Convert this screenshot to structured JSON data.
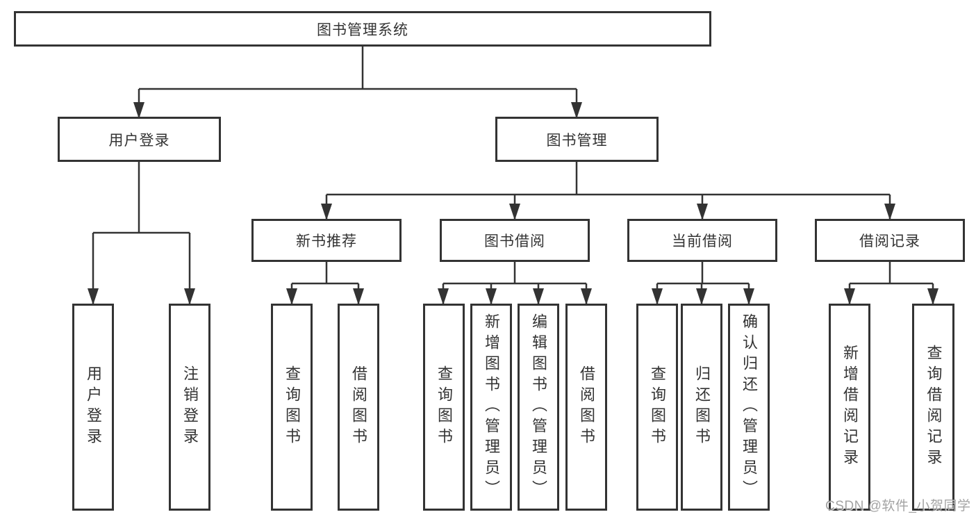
{
  "colors": {
    "line": "#333333",
    "text": "#333333",
    "watermark": "#949494"
  },
  "root": {
    "label": "图书管理系统"
  },
  "level2": [
    {
      "label": "用户登录"
    },
    {
      "label": "图书管理"
    }
  ],
  "level3": [
    {
      "label": "新书推荐",
      "parent": "图书管理"
    },
    {
      "label": "图书借阅",
      "parent": "图书管理"
    },
    {
      "label": "当前借阅",
      "parent": "图书管理"
    },
    {
      "label": "借阅记录",
      "parent": "图书管理"
    }
  ],
  "leaves": [
    {
      "label": "用户登录",
      "parent": "用户登录"
    },
    {
      "label": "注销登录",
      "parent": "用户登录"
    },
    {
      "label": "查询图书",
      "parent": "新书推荐"
    },
    {
      "label": "借阅图书",
      "parent": "新书推荐"
    },
    {
      "label": "查询图书",
      "parent": "图书借阅"
    },
    {
      "label": "新增图书（管理员）",
      "parent": "图书借阅"
    },
    {
      "label": "编辑图书（管理员）",
      "parent": "图书借阅"
    },
    {
      "label": "借阅图书",
      "parent": "图书借阅"
    },
    {
      "label": "查询图书",
      "parent": "当前借阅"
    },
    {
      "label": "归还图书",
      "parent": "当前借阅"
    },
    {
      "label": "确认归还（管理员）",
      "parent": "当前借阅"
    },
    {
      "label": "新增借阅记录",
      "parent": "借阅记录"
    },
    {
      "label": "查询借阅记录",
      "parent": "借阅记录"
    }
  ],
  "watermark": {
    "text": "CSDN @软件_小贺同学"
  }
}
